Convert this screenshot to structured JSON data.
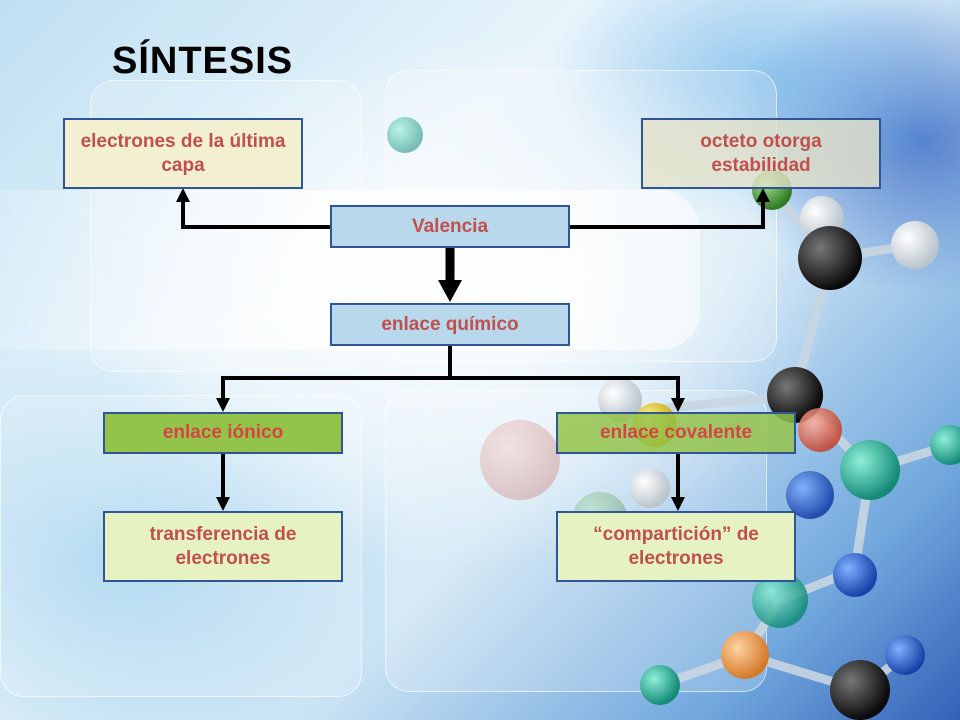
{
  "title": "SÍNTESIS",
  "nodes": {
    "valence_electrons": "electrones de la última capa",
    "octet": "octeto otorga estabilidad",
    "valencia": "Valencia",
    "chemical_bond": "enlace químico",
    "ionic_bond": "enlace iónico",
    "covalent_bond": "enlace covalente",
    "electron_transfer": "transferencia de electrones",
    "electron_sharing": "“compartición” de electrones"
  },
  "colors": {
    "text_red": "#c0504d",
    "border_blue": "#2f5597",
    "box_blue": "#b9d8ec",
    "box_green": "#94c34a",
    "box_light_green": "#e6f2c2",
    "box_cream": "#f2f0d0"
  }
}
